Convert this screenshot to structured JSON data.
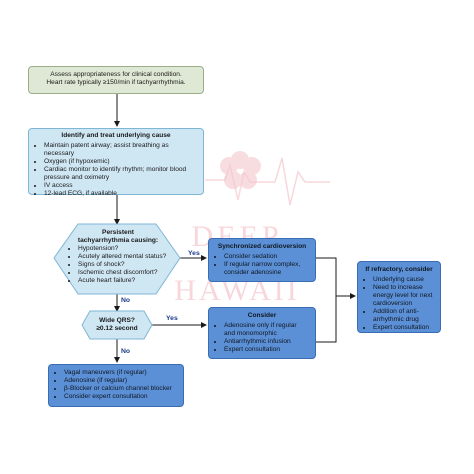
{
  "assess_box": {
    "lines": [
      "Assess appropriateness for clinical condition.",
      "Heart rate typically ≥150/min if tachyarrhythmia."
    ]
  },
  "identify_box": {
    "title": "Identify and treat underlying cause",
    "items": [
      "Maintain patent airway; assist breathing as necessary",
      "Oxygen (if hypoxemic)",
      "Cardiac monitor to identify rhythm; monitor blood pressure and oximetry",
      "IV access",
      "12-lead ECG, if available"
    ]
  },
  "persistent_decision": {
    "title_lines": [
      "Persistent",
      "tachyarrhythmia causing:"
    ],
    "items": [
      "Hypotension?",
      "Acutely altered mental status?",
      "Signs of shock?",
      "Ischemic chest discomfort?",
      "Acute heart failure?"
    ]
  },
  "sync_box": {
    "title": "Synchronized cardioversion",
    "items": [
      "Consider sedation",
      "If regular narrow complex, consider adenosine"
    ]
  },
  "refractory_box": {
    "title": "If refractory, consider",
    "items": [
      "Underlying cause",
      "Need to increase energy level for next cardioversion",
      "Addition of anti-arrhythmic drug",
      "Expert consultation"
    ]
  },
  "wide_decision": {
    "lines": [
      "Wide QRS?",
      "≥0.12 second"
    ]
  },
  "consider_box": {
    "title": "Consider",
    "items": [
      "Adenosine only if regular and monomorphic",
      "Antiarrhythmic infusion",
      "Expert consultation"
    ]
  },
  "narrow_box": {
    "items": [
      "Vagal maneuvers (if regular)",
      "Adenosine (if regular)",
      "β-Blocker or calcium channel blocker",
      "Consider expert consultation"
    ]
  },
  "labels": {
    "yes1": "Yes",
    "no1": "No",
    "yes2": "Yes",
    "no2": "No"
  },
  "watermark": {
    "line1": "DEEP",
    "line2": "HAWAII"
  },
  "colors": {
    "green_box": "#dfe8d4",
    "light_blue_box": "#cfe6f3",
    "dark_blue_box": "#5b8fd6",
    "label_blue": "#1b3a8a",
    "watermark": "#f4c7cc"
  }
}
